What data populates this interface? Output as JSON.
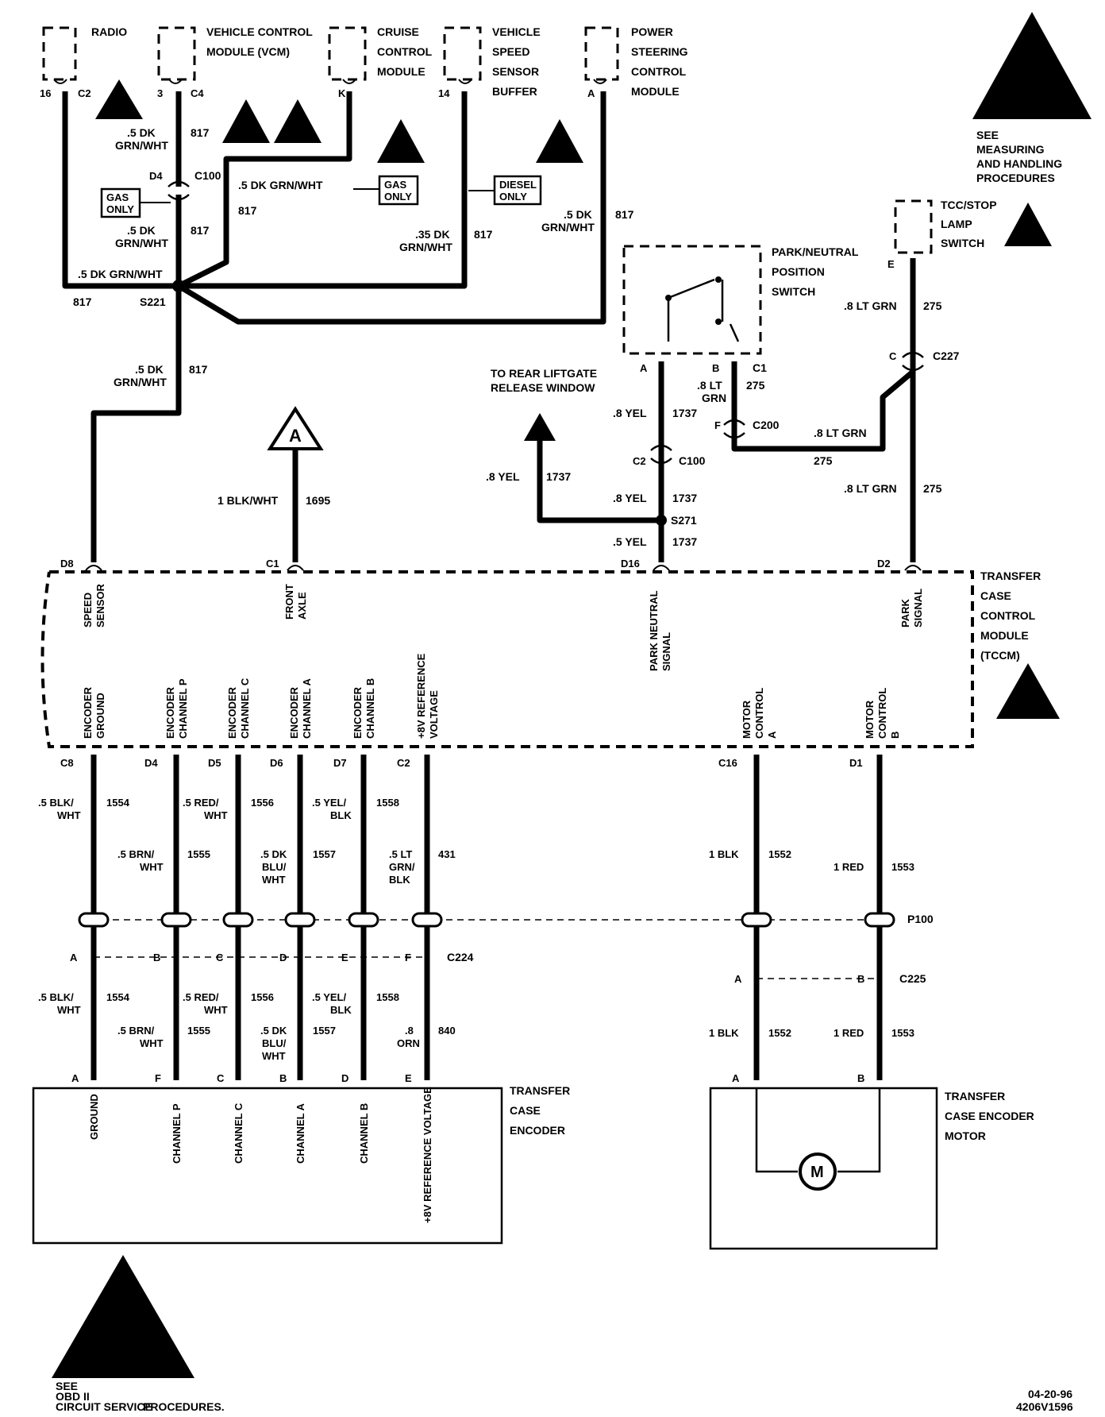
{
  "components": {
    "radio": "RADIO",
    "vcm": [
      "VEHICLE CONTROL",
      "MODULE (VCM)"
    ],
    "cruise": [
      "CRUISE",
      "CONTROL",
      "MODULE"
    ],
    "vss": [
      "VEHICLE",
      "SPEED",
      "SENSOR",
      "BUFFER"
    ],
    "psc": [
      "POWER",
      "STEERING",
      "CONTROL",
      "MODULE"
    ],
    "see_handling": [
      "SEE",
      "MEASURING",
      "AND HANDLING",
      "PROCEDURES"
    ],
    "tcc_switch": [
      "TCC/STOP",
      "LAMP",
      "SWITCH"
    ],
    "pnp_switch": [
      "PARK/NEUTRAL",
      "POSITION",
      "SWITCH"
    ],
    "liftgate": [
      "TO REAR LIFTGATE",
      "RELEASE WINDOW"
    ],
    "tccm": [
      "TRANSFER",
      "CASE",
      "CONTROL",
      "MODULE",
      "(TCCM)"
    ],
    "encoder": [
      "TRANSFER",
      "CASE",
      "ENCODER"
    ],
    "motor": [
      "TRANSFER",
      "CASE ENCODER",
      "MOTOR"
    ],
    "motor_symbol": "M",
    "obd_note": [
      "SEE",
      "OBD II",
      "CIRCUIT SERVICE",
      "PROCEDURES."
    ],
    "gas_only": [
      "GAS",
      "ONLY"
    ],
    "diesel_only": [
      "DIESEL",
      "ONLY"
    ],
    "ref_a": "A",
    "date_code": [
      "04-20-96",
      "4206V1596"
    ]
  },
  "pins": {
    "radio": "16",
    "radio_conn": "C2",
    "vcm": "3",
    "vcm_conn": "C4",
    "cruise": "K",
    "vss": "14",
    "psc": "A",
    "tcc": "E",
    "pnp_a": "A",
    "pnp_b": "B",
    "pnp_c1": "C1",
    "c227": "C",
    "c200": "F",
    "c100b": "C2"
  },
  "connectors": {
    "c100": "C100",
    "c100b": "C100",
    "c200": "C200",
    "c227": "C227",
    "s221": "S221",
    "s271": "S271",
    "c224": "C224",
    "c225": "C225",
    "p100": "P100",
    "d4": "D4"
  },
  "wires": {
    "w1": [
      ".5 DK",
      "GRN/WHT"
    ],
    "w1c": "817",
    "w2": [
      ".5 DK",
      "GRN/WHT"
    ],
    "w2c": "817",
    "w3": ".5 DK GRN/WHT",
    "w3c": "817",
    "w4": [
      ".35 DK",
      "GRN/WHT"
    ],
    "w4c": "817",
    "w5": [
      ".5 DK",
      "GRN/WHT"
    ],
    "w5c": "817",
    "w6": ".5 DK GRN/WHT",
    "w6c": "817",
    "w7": [
      ".5 DK",
      "GRN/WHT"
    ],
    "w7c": "817",
    "w8": "1 BLK/WHT",
    "w8c": "1695",
    "lt1": ".8 LT GRN",
    "lt1c": "275",
    "lt2": [
      ".8 LT",
      "GRN"
    ],
    "lt2c": "275",
    "lt3": ".8 LT GRN",
    "lt3c": "275",
    "lt4": ".8 LT GRN",
    "lt4c": "275",
    "y1": ".8 YEL",
    "y1c": "1737",
    "y2": ".8 YEL",
    "y2c": "1737",
    "y3": ".8 YEL",
    "y3c": "1737",
    "y4": ".5 YEL",
    "y4c": "1737"
  },
  "tccm_pins_top": [
    {
      "pin": "D8",
      "label": [
        "SPEED",
        "SENSOR"
      ]
    },
    {
      "pin": "C1",
      "label": [
        "FRONT",
        "AXLE"
      ]
    },
    {
      "pin": "D16",
      "label": [
        "PARK NEUTRAL",
        "SIGNAL"
      ]
    },
    {
      "pin": "D2",
      "label": [
        "PARK",
        "SIGNAL"
      ]
    }
  ],
  "tccm_pins_bottom": [
    {
      "pin": "C8",
      "label": [
        "ENCODER",
        "GROUND"
      ],
      "w_up": [
        ".5 BLK/",
        "WHT"
      ],
      "c_up": "1554",
      "plug": "A",
      "w_lo": [
        ".5 BLK/",
        "WHT"
      ],
      "c_lo": "1554",
      "end_pin": "A",
      "end_label": "GROUND"
    },
    {
      "pin": "D4",
      "label": [
        "ENCODER",
        "CHANNEL P"
      ],
      "w_up": [
        ".5 BRN/",
        "WHT"
      ],
      "c_up": "1555",
      "plug": "B",
      "w_lo": [
        ".5 BRN/",
        "WHT"
      ],
      "c_lo": "1555",
      "end_pin": "F",
      "end_label": "CHANNEL P"
    },
    {
      "pin": "D5",
      "label": [
        "ENCODER",
        "CHANNEL C"
      ],
      "w_up": [
        ".5 RED/",
        "WHT"
      ],
      "c_up": "1556",
      "plug": "C",
      "w_lo": [
        ".5 RED/",
        "WHT"
      ],
      "c_lo": "1556",
      "end_pin": "C",
      "end_label": "CHANNEL C"
    },
    {
      "pin": "D6",
      "label": [
        "ENCODER",
        "CHANNEL A"
      ],
      "w_up": [
        ".5 DK",
        "BLU/",
        "WHT"
      ],
      "c_up": "1557",
      "plug": "D",
      "w_lo": [
        ".5 DK",
        "BLU/",
        "WHT"
      ],
      "c_lo": "1557",
      "end_pin": "B",
      "end_label": "CHANNEL A"
    },
    {
      "pin": "D7",
      "label": [
        "ENCODER",
        "CHANNEL B"
      ],
      "w_up": [
        ".5 YEL/",
        "BLK"
      ],
      "c_up": "1558",
      "plug": "E",
      "w_lo": [
        ".5 YEL/",
        "BLK"
      ],
      "c_lo": "1558",
      "end_pin": "D",
      "end_label": "CHANNEL B"
    },
    {
      "pin": "C2",
      "label": [
        "+8V REFERENCE",
        "VOLTAGE"
      ],
      "w_up": [
        ".5 LT",
        "GRN/",
        "BLK"
      ],
      "c_up": "431",
      "plug": "F",
      "w_lo": [
        ".8",
        "ORN"
      ],
      "c_lo": "840",
      "end_pin": "E",
      "end_label": "+8V REFERENCE VOLTAGE"
    }
  ],
  "motor_pins": [
    {
      "pin": "C16",
      "label": [
        "MOTOR",
        "CONTROL",
        "A"
      ],
      "w_up": "1 BLK",
      "c_up": "1552",
      "plug": "A",
      "w_lo": "1 BLK",
      "c_lo": "1552",
      "end_pin": "A"
    },
    {
      "pin": "D1",
      "label": [
        "MOTOR",
        "CONTROL",
        "B"
      ],
      "w_up": "1 RED",
      "c_up": "1553",
      "plug": "B",
      "w_lo": "1 RED",
      "c_lo": "1553",
      "end_pin": "B"
    }
  ]
}
